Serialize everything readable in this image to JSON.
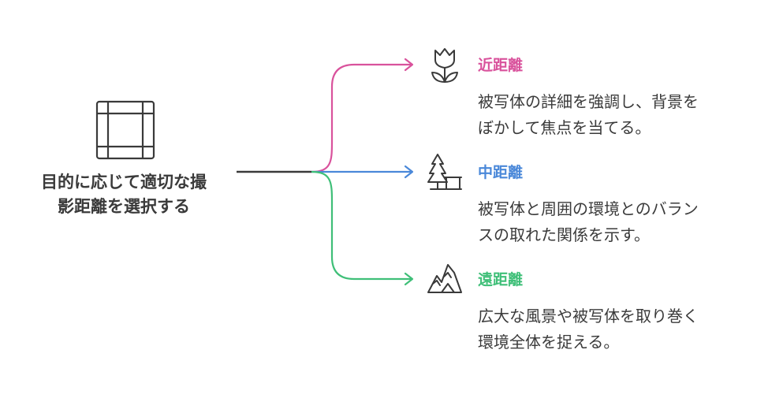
{
  "root": {
    "icon": "frame-grid-icon",
    "label_line1": "目的に応じて適切な撮",
    "label_line2": "影距離を選択する"
  },
  "branches": [
    {
      "icon": "tulip-icon",
      "title": "近距離",
      "desc_line1": "被写体の詳細を強調し、背景を",
      "desc_line2": "ぼかして焦点を当てる。",
      "color": "#d9529c"
    },
    {
      "icon": "tree-bench-icon",
      "title": "中距離",
      "desc_line1": "被写体と周囲の環境とのバラン",
      "desc_line2": "スの取れた関係を示す。",
      "color": "#4a88d9"
    },
    {
      "icon": "mountain-icon",
      "title": "遠距離",
      "desc_line1": "広大な風景や被写体を取り巻く",
      "desc_line2": "環境全体を捉える。",
      "color": "#3fbf78"
    }
  ],
  "colors": {
    "text": "#3a3a3a",
    "trunk": "#3a3a3a",
    "icon": "#3a3a3a"
  }
}
